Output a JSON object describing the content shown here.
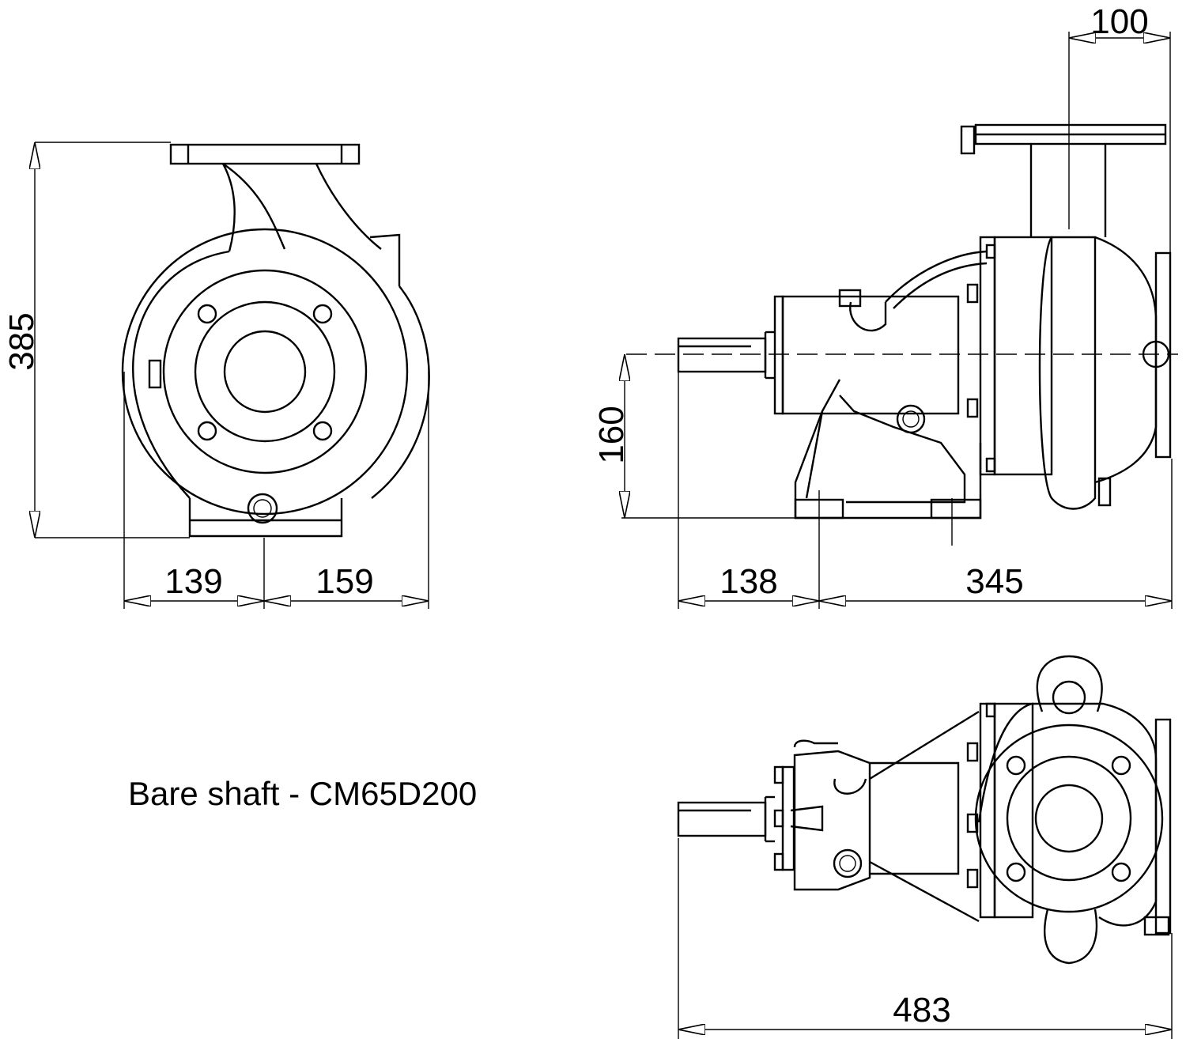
{
  "title": "Bare shaft - CM65D200",
  "dimensions": {
    "front_height": "385",
    "front_left": "139",
    "front_right": "159",
    "side_shaft": "138",
    "side_body": "345",
    "side_outlet": "100",
    "side_axis_height": "160",
    "top_total": "483"
  }
}
